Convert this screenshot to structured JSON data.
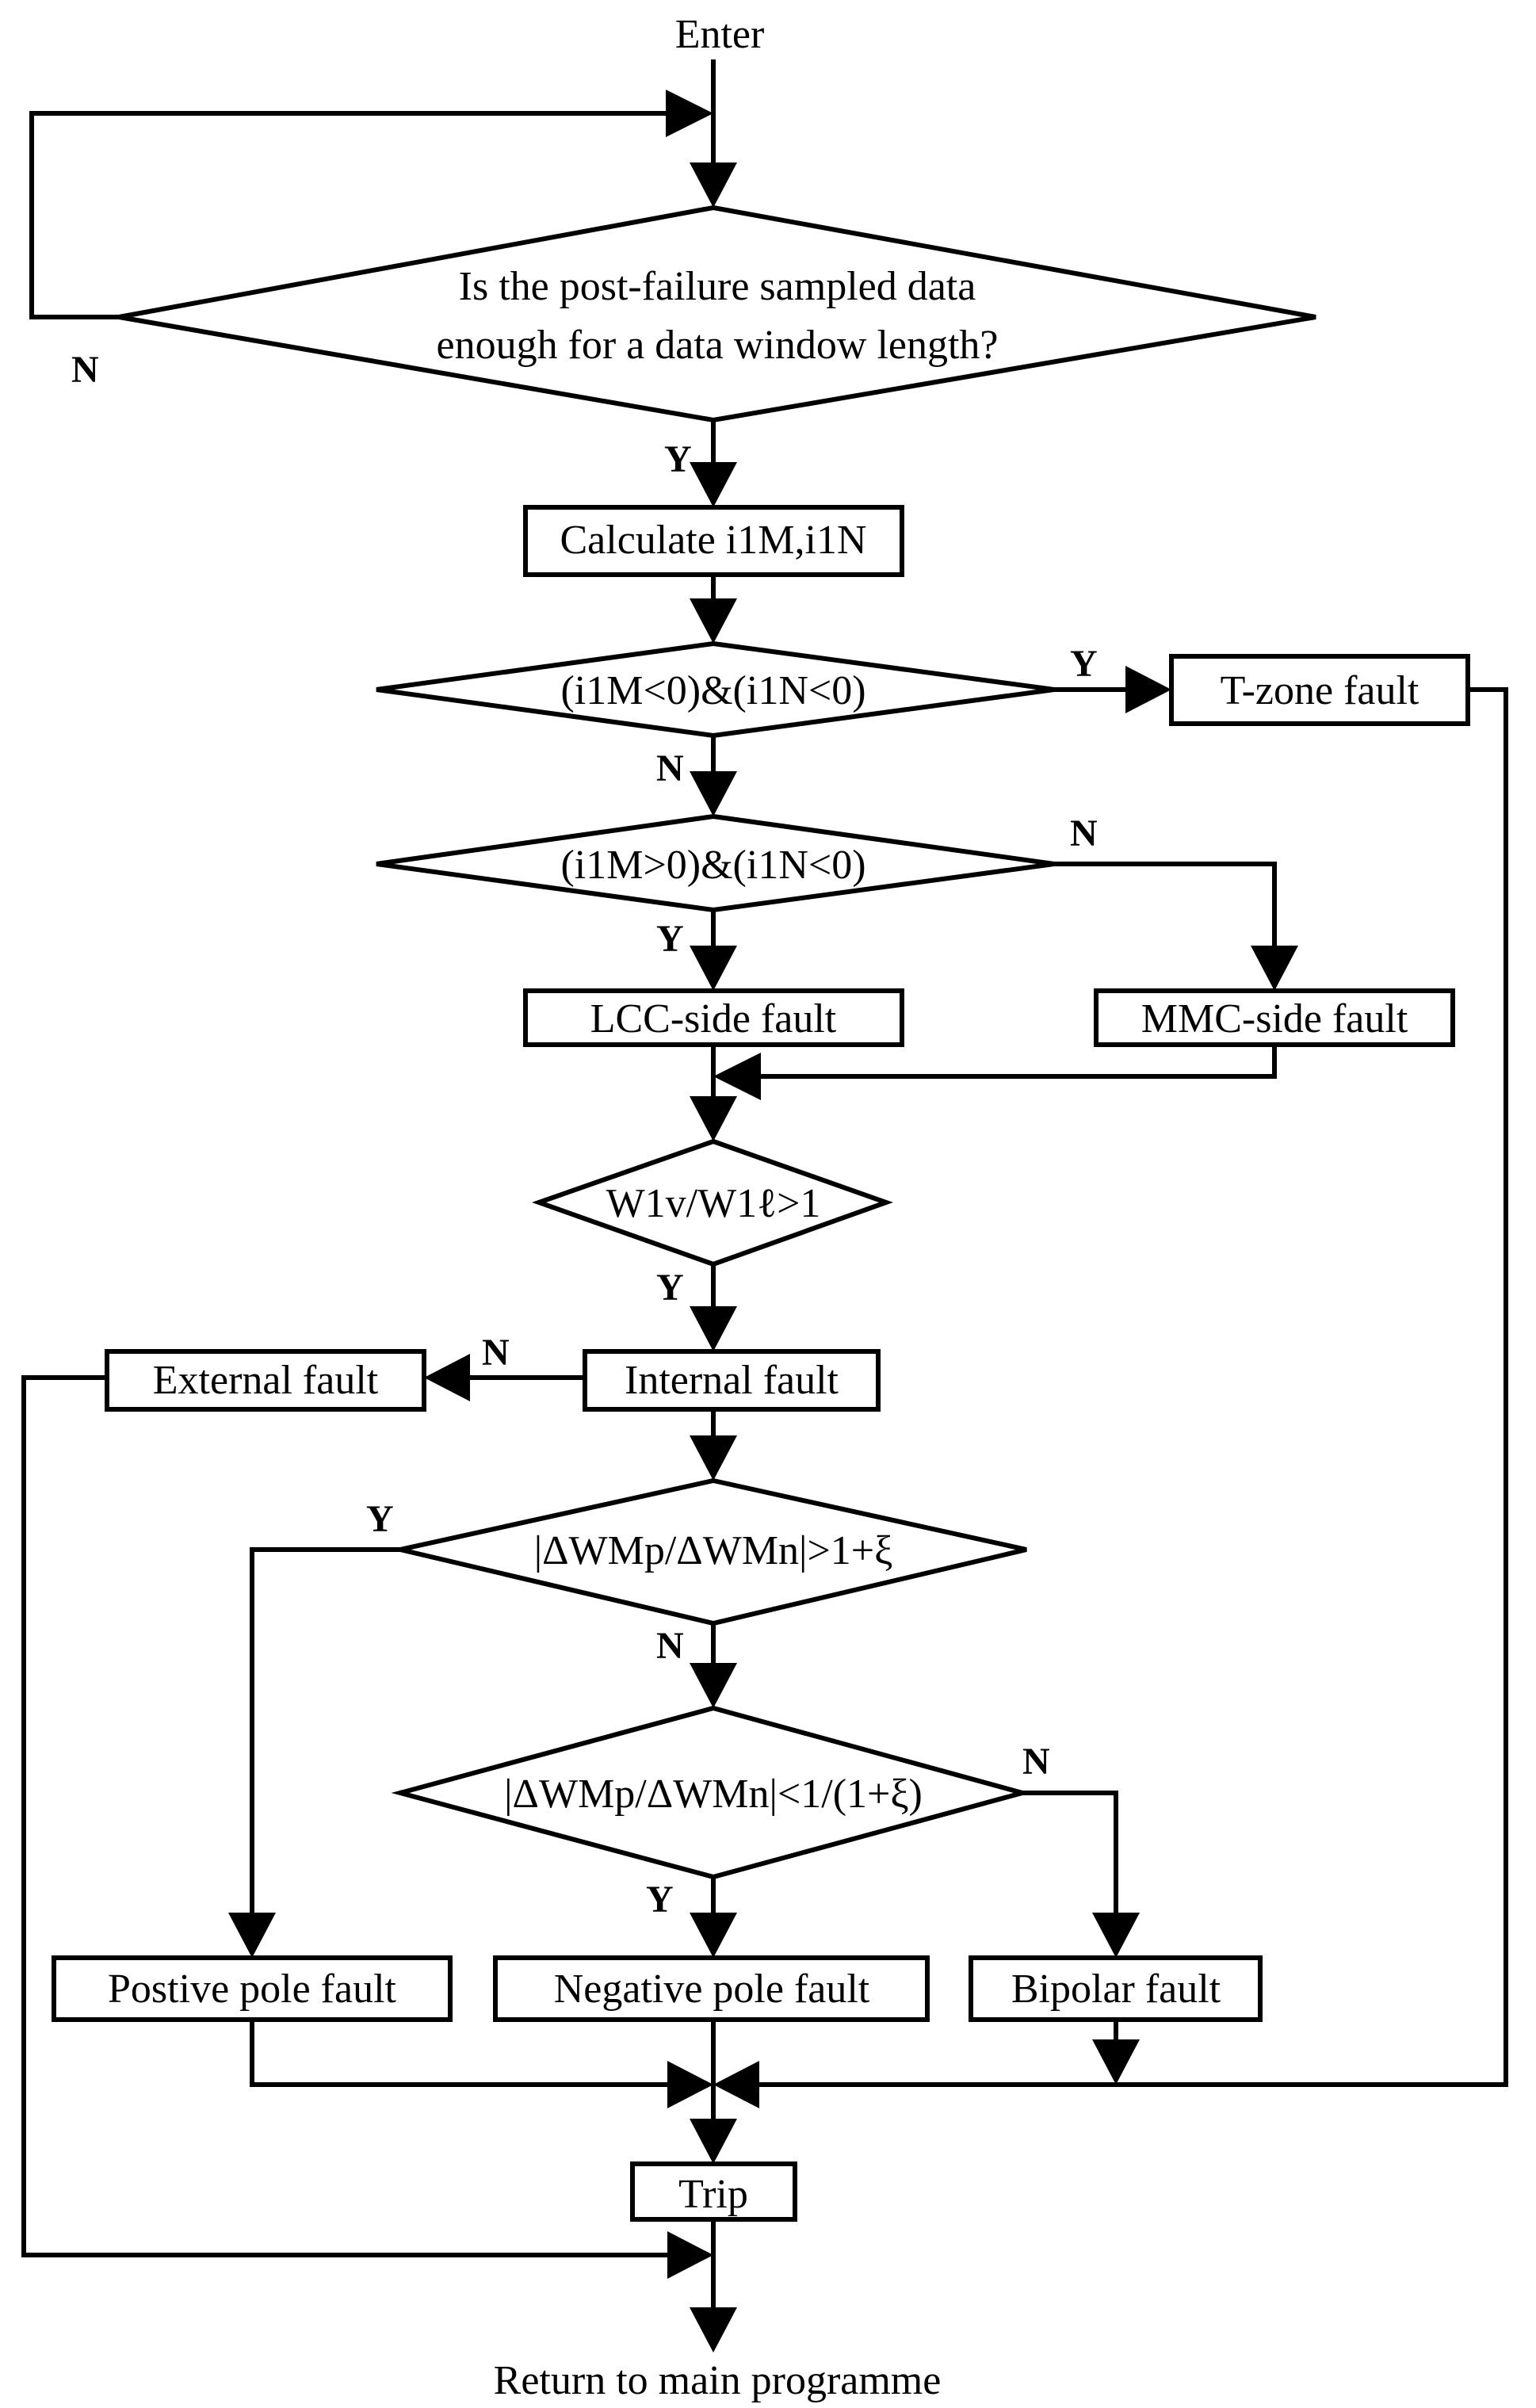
{
  "terminals": {
    "enter": "Enter",
    "return": "Return to main programme"
  },
  "decisions": {
    "window_line1": "Is the post-failure sampled data",
    "window_line2": "enough for a data window length?",
    "tzone": "(i1M<0)&(i1N<0)",
    "side": "(i1M>0)&(i1N<0)",
    "ratio": "W1v/W1ℓ>1",
    "pos": "|ΔWMp/ΔWMn|>1+ξ",
    "neg": "|ΔWMp/ΔWMn|<1/(1+ξ)"
  },
  "processes": {
    "calc": "Calculate i1M,i1N",
    "tzone_fault": "T-zone fault",
    "lcc_fault": "LCC-side fault",
    "mmc_fault": "MMC-side fault",
    "internal_fault": "Internal fault",
    "external_fault": "External fault",
    "positive_fault": "Postive pole fault",
    "negative_fault": "Negative pole fault",
    "bipolar_fault": "Bipolar fault",
    "trip": "Trip"
  },
  "branch_labels": {
    "yes": "Y",
    "no": "N"
  }
}
